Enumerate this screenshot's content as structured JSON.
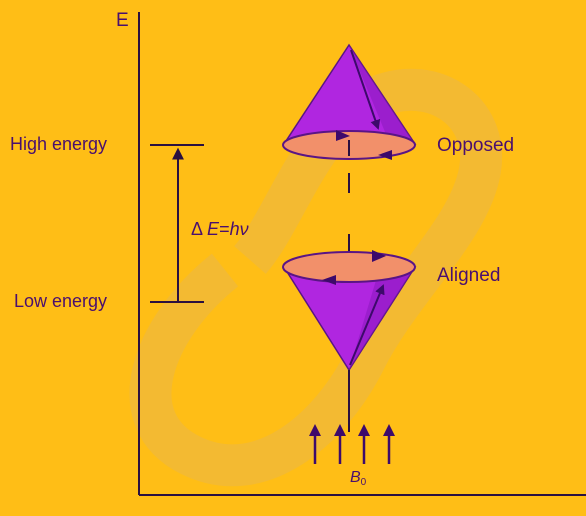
{
  "axis": {
    "y_label": "E"
  },
  "levels": {
    "high": "High energy",
    "low": "Low energy"
  },
  "gap": {
    "delta": "Δ",
    "e": "E",
    "equals": "=",
    "h": "h",
    "nu": "ν"
  },
  "states": {
    "upper": "Opposed",
    "lower": "Aligned"
  },
  "field": {
    "symbol": "B",
    "subscript": "0"
  },
  "colors": {
    "background": "#ffbe16",
    "cone": "#b026e0",
    "cone_dark": "#8b18bd",
    "cone_outline": "#5a1585",
    "disc": "#f2906a",
    "line": "#2a1040",
    "text": "#4a0f6e"
  }
}
